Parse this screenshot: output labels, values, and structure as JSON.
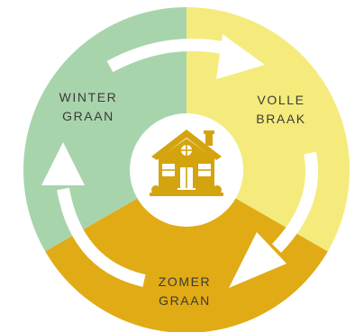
{
  "segments": [
    {
      "id": "winter",
      "line1": "WINTER",
      "line2": "GRAAN",
      "color": "#a8d4ac"
    },
    {
      "id": "fallow",
      "line1": "VOLLE",
      "line2": "BRAAK",
      "color": "#f5eb7c"
    },
    {
      "id": "summer",
      "line1": "ZOMER",
      "line2": "GRAAN",
      "color": "#e0ab14"
    }
  ],
  "arrow_color": "#ffffff",
  "center_icon": "house-icon",
  "center_icon_color": "#d4a40f"
}
